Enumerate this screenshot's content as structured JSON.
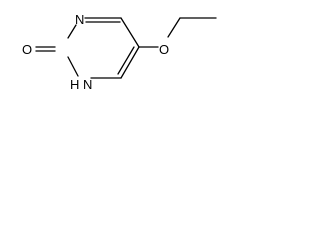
{
  "molecule": {
    "atoms": [
      {
        "id": "N1",
        "label": "N"
      },
      {
        "id": "O1",
        "label": "O"
      },
      {
        "id": "N2",
        "label": "H N"
      },
      {
        "id": "O2",
        "label": "O"
      }
    ]
  },
  "colors": {
    "bond": "#000000",
    "label": "#000000",
    "background": "#ffffff"
  }
}
